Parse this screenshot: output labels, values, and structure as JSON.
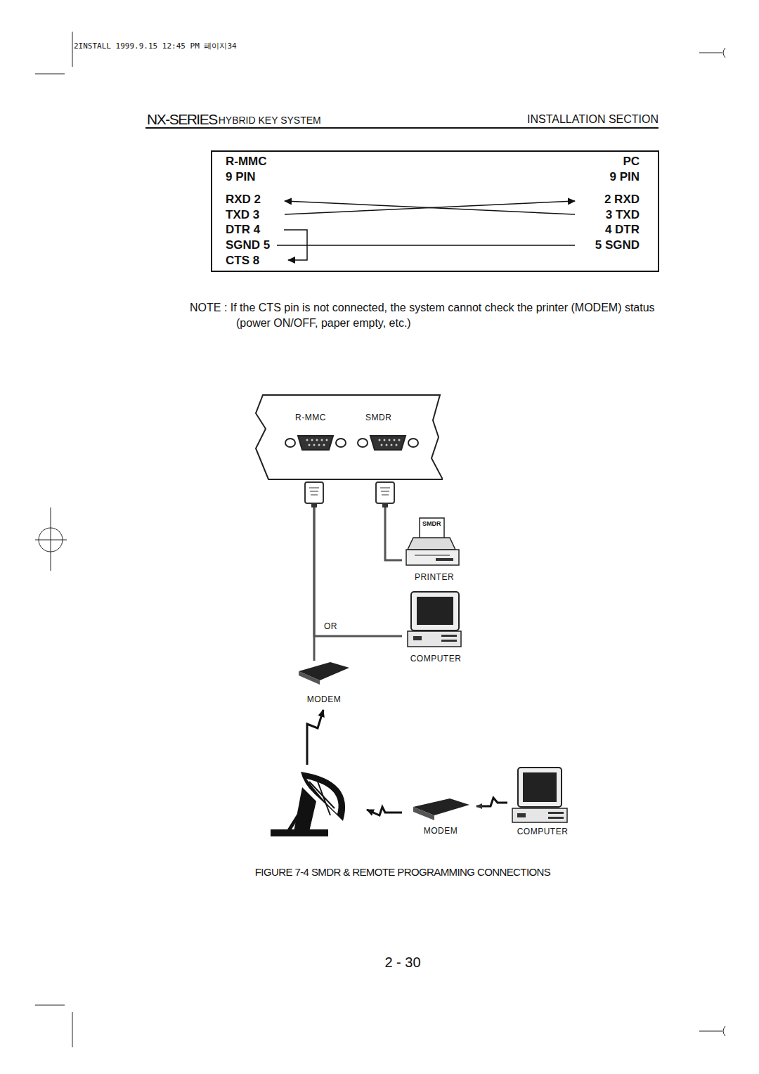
{
  "diagram": {
    "caption": "FIGURE 7-4 SMDR & REMOTE PROGRAMMING CONNECTIONS",
    "nodes": [
      {
        "text": [
          "R-MMC",
          "SMDR"
        ]
      },
      {
        "text": [
          "PRINTER"
        ]
      },
      {
        "text": [
          "COMPUTER"
        ]
      },
      {
        "text": [
          "MODEM"
        ]
      },
      {
        "text": [
          "MODEM"
        ]
      },
      {
        "text": [
          "COMPUTER"
        ]
      }
    ],
    "edges": [
      {
        "from": 0,
        "to": 1,
        "arrow": "none"
      },
      {
        "from": 0,
        "to": 3,
        "arrow": "none"
      },
      {
        "from": 0,
        "to": 2,
        "label": "OR",
        "arrow": "none"
      },
      {
        "from": 5,
        "to": 4,
        "arrow": "to"
      }
    ],
    "labels": [
      "2INSTALL 1999.9.15 12:45 PM 페이지34",
      "NX-SERIES",
      "HYBRID KEY SYSTEM",
      "INSTALLATION SECTION",
      "R-MMC",
      "9 PIN",
      "RXD 2",
      "TXD 3",
      "DTR 4",
      "SGND 5",
      "CTS 8",
      "PC",
      "9 PIN",
      "2 RXD",
      "3 TXD",
      "4 DTR",
      "5 SGND",
      "NOTE : If the CTS pin is not connected, the system cannot check the printer (MODEM) status (power ON/OFF, paper empty, etc.)",
      "SMDR",
      "2 - 30"
    ]
  }
}
